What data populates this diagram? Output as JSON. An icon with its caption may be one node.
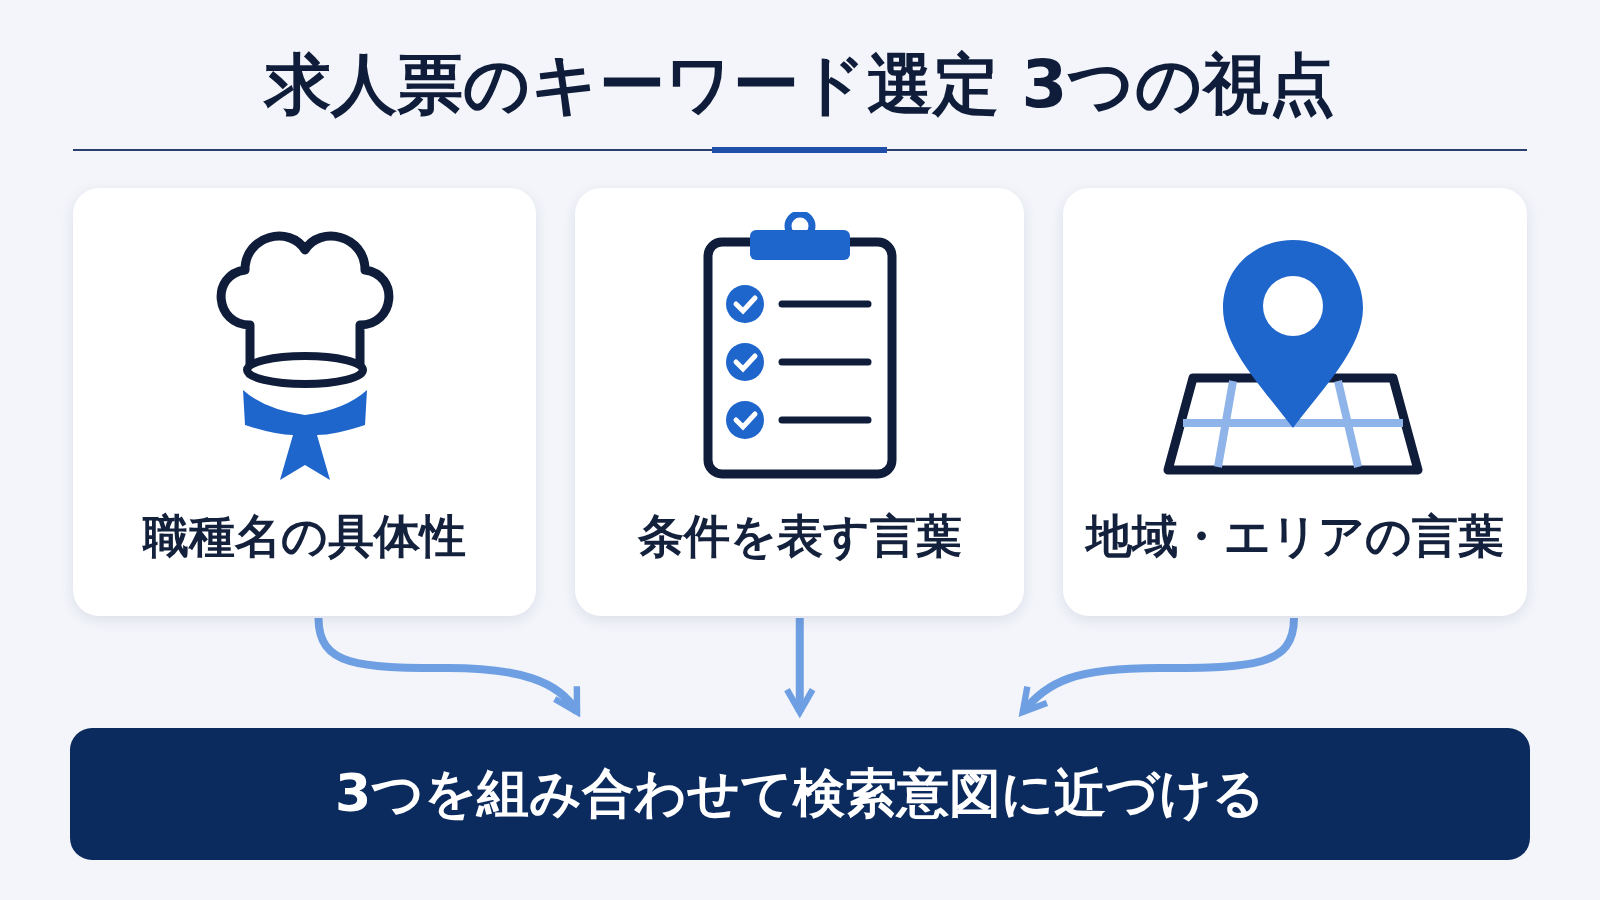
{
  "diagram": {
    "title": "求人票のキーワード選定 3つの視点",
    "nodes": [
      {
        "text": [
          "職種名の具体性"
        ]
      },
      {
        "text": [
          "条件を表す言葉"
        ]
      },
      {
        "text": [
          "地域・エリアの言葉"
        ]
      },
      {
        "text": [
          "3つを組み合わせて検索意図に近づける"
        ]
      }
    ],
    "edges": [
      {
        "from": 0,
        "to": 3,
        "arrow": "to"
      },
      {
        "from": 1,
        "to": 3,
        "arrow": "to"
      },
      {
        "from": 2,
        "to": 3,
        "arrow": "to"
      }
    ]
  }
}
